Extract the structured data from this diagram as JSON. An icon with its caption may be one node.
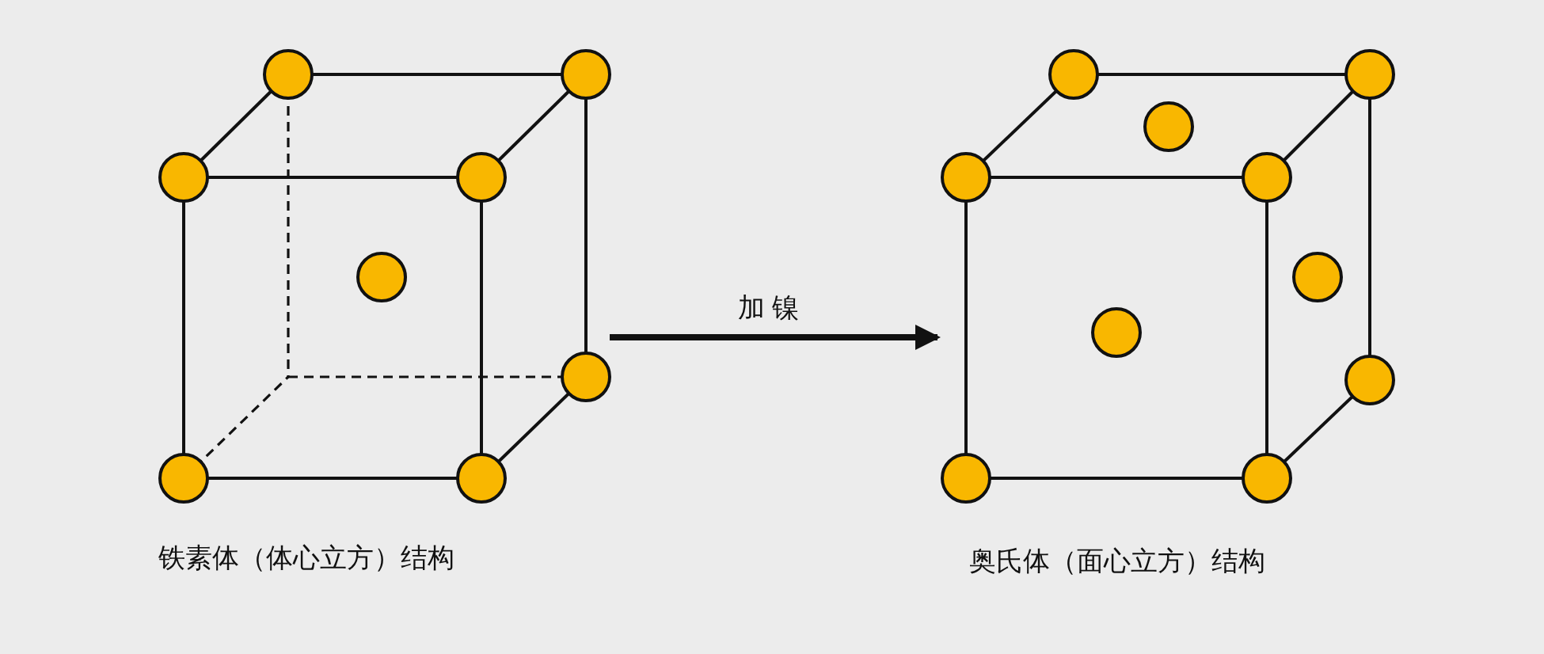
{
  "diagram": {
    "nodes": [
      {
        "text": [],
        "shape": "picture",
        "beside": [
          "铁素体（体心立方）结构"
        ]
      },
      {
        "text": [],
        "shape": "picture",
        "beside": [
          "奥氏体（面心立方）结构"
        ]
      }
    ],
    "edges": [
      {
        "from": 0,
        "to": 1,
        "arrow": "to",
        "label": "加 镍"
      }
    ]
  }
}
